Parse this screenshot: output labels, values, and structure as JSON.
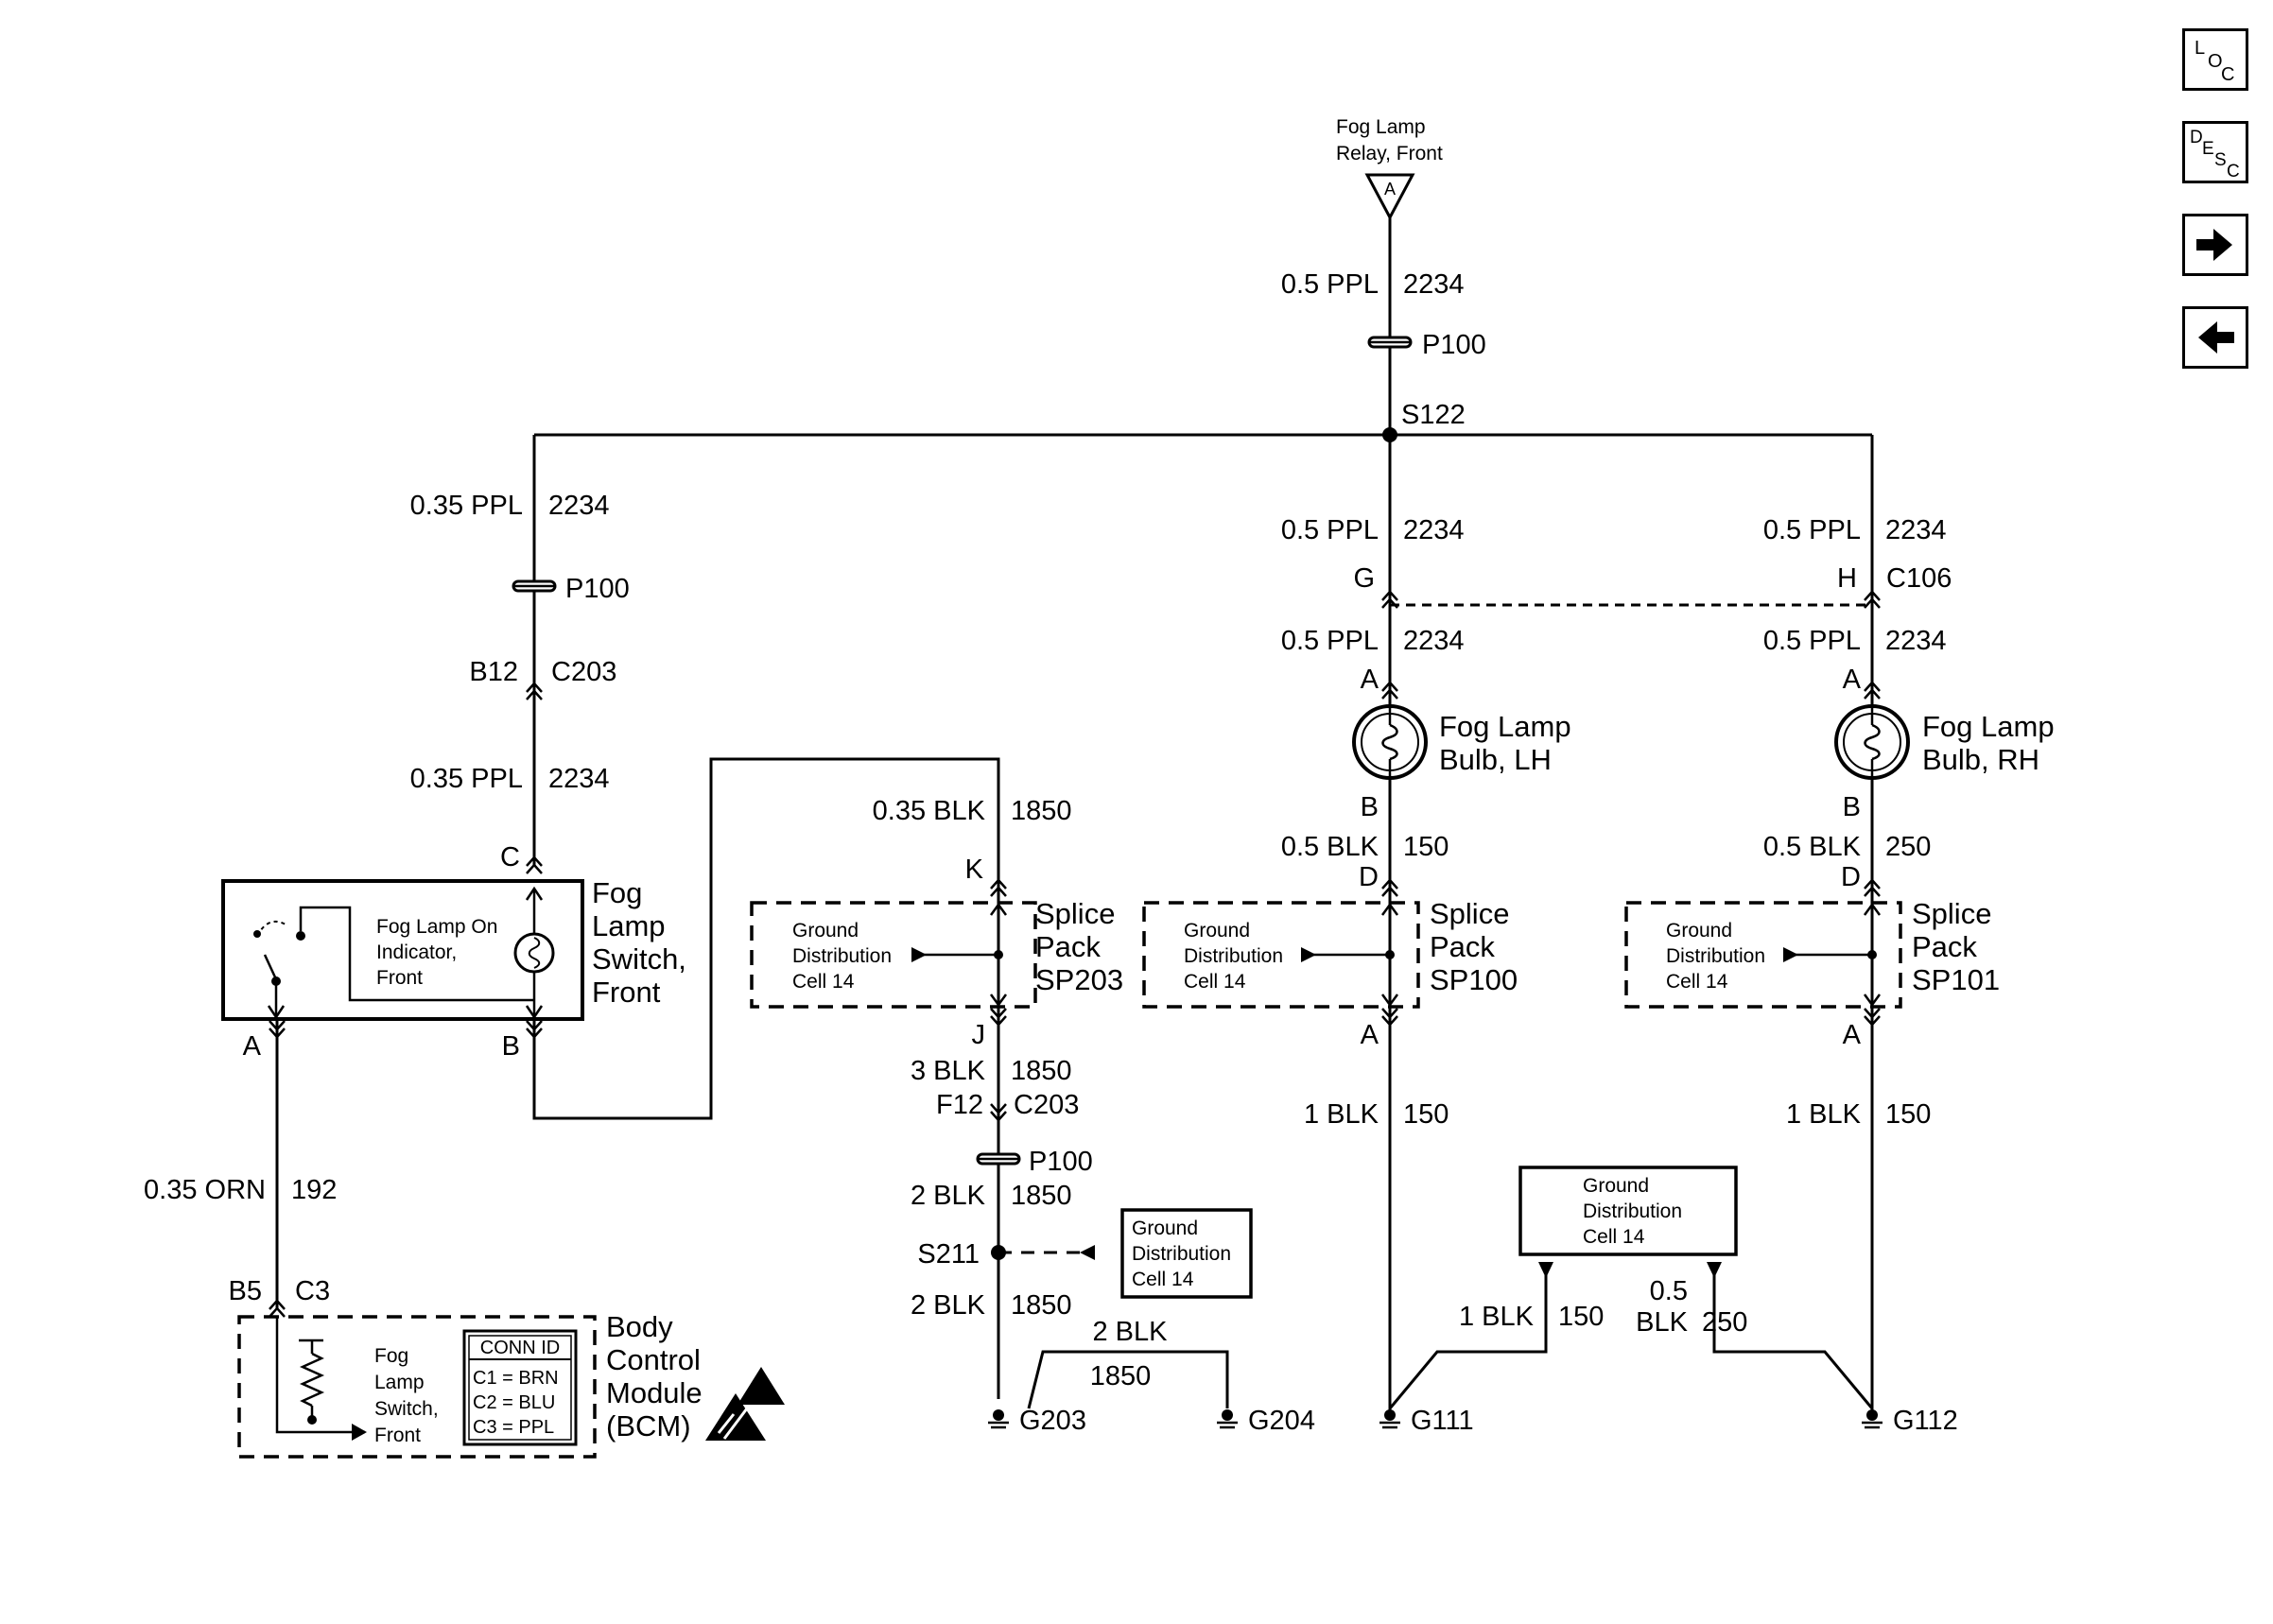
{
  "relay": {
    "label_1": "Fog Lamp",
    "label_2": "Relay, Front",
    "pin": "A"
  },
  "trunk": {
    "top_gauge": "0.5 PPL",
    "top_circuit": "2234",
    "connector": "P100",
    "splice": "S122"
  },
  "left_branch": {
    "gauge_1": "0.35 PPL",
    "circuit_1": "2234",
    "connector_1": "P100",
    "pin_c203": "B12",
    "connector_c203": "C203",
    "gauge_2": "0.35 PPL",
    "circuit_2": "2234",
    "pin_c": "C"
  },
  "fog_switch": {
    "indicator_1": "Fog Lamp On",
    "indicator_2": "Indicator,",
    "indicator_3": "Front",
    "name_1": "Fog",
    "name_2": "Lamp",
    "name_3": "Switch,",
    "name_4": "Front",
    "pin_a": "A",
    "pin_b": "B"
  },
  "orn_wire": {
    "gauge": "0.35 ORN",
    "circuit": "192",
    "pin": "B5",
    "connector": "C3"
  },
  "bcm": {
    "switch_1": "Fog",
    "switch_2": "Lamp",
    "switch_3": "Switch,",
    "switch_4": "Front",
    "conn_title": "CONN ID",
    "conn_c1": "C1 = BRN",
    "conn_c2": "C2 = BLU",
    "conn_c3": "C3 = PPL",
    "name_1": "Body",
    "name_2": "Control",
    "name_3": "Module",
    "name_4": "(BCM)"
  },
  "ground_cell": {
    "line_1": "Ground",
    "line_2": "Distribution",
    "line_3": "Cell 14"
  },
  "sp203": {
    "gauge_in": "0.35 BLK",
    "circuit_in": "1850",
    "pin_k": "K",
    "pin_j": "J",
    "name_1": "Splice",
    "name_2": "Pack",
    "name_3": "SP203",
    "gauge_out": "3 BLK",
    "circuit_out": "1850",
    "pin_c203": "F12",
    "connector_c203": "C203",
    "connector_p100": "P100",
    "gauge_2": "2 BLK",
    "circuit_2": "1850",
    "splice": "S211",
    "gauge_3": "2 BLK",
    "circuit_3": "1850",
    "g204_gauge": "2 BLK",
    "g204_circuit": "1850",
    "ground_1": "G203",
    "ground_2": "G204"
  },
  "lh": {
    "gauge_1": "0.5 PPL",
    "circuit_1": "2234",
    "pin_g": "G",
    "gauge_2": "0.5 PPL",
    "circuit_2": "2234",
    "pin_a": "A",
    "bulb_1": "Fog Lamp",
    "bulb_2": "Bulb, LH",
    "pin_b": "B",
    "gauge_3": "0.5 BLK",
    "circuit_3": "150",
    "pin_d": "D",
    "splice_1": "Splice",
    "splice_2": "Pack",
    "splice_3": "SP100",
    "pin_a2": "A",
    "gauge_4": "1 BLK",
    "circuit_4": "150",
    "gauge_5": "1 BLK",
    "circuit_5": "150",
    "ground": "G111"
  },
  "rh": {
    "gauge_1": "0.5 PPL",
    "circuit_1": "2234",
    "pin_h": "H",
    "connector_c106": "C106",
    "gauge_2": "0.5 PPL",
    "circuit_2": "2234",
    "pin_a": "A",
    "bulb_1": "Fog Lamp",
    "bulb_2": "Bulb, RH",
    "pin_b": "B",
    "gauge_3": "0.5 BLK",
    "circuit_3": "250",
    "pin_d": "D",
    "splice_1": "Splice",
    "splice_2": "Pack",
    "splice_3": "SP101",
    "pin_a2": "A",
    "gauge_4": "1 BLK",
    "circuit_4": "150",
    "gauge_5a": "0.5",
    "gauge_5b": "BLK",
    "circuit_5": "250",
    "ground": "G112"
  },
  "nav": {
    "loc": {
      "l": "L",
      "o": "O",
      "c": "C"
    },
    "desc": {
      "d": "D",
      "e": "E",
      "s": "S",
      "c": "C"
    },
    "forward_icon": "arrow-right-icon",
    "back_icon": "arrow-left-icon"
  }
}
